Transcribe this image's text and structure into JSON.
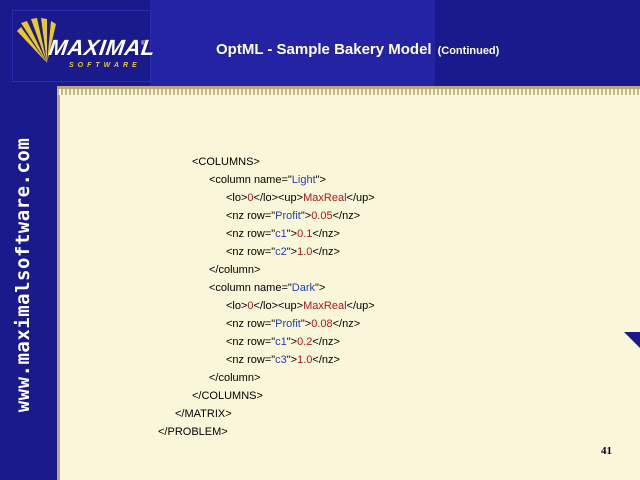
{
  "header": {
    "logo": {
      "word": "MAXIMAL",
      "sub": "SOFTWARE",
      "tm": "®"
    },
    "title": "OptML - Sample Bakery Model",
    "title_suffix": "(Continued)"
  },
  "sidebar": {
    "url": "www.maximalsoftware.com"
  },
  "code_lines": [
    {
      "indent": 0,
      "parts": [
        {
          "t": "<COLUMNS>"
        }
      ]
    },
    {
      "indent": 1,
      "parts": [
        {
          "t": "<column name=\""
        },
        {
          "t": "Light",
          "c": "attr"
        },
        {
          "t": "\">"
        }
      ]
    },
    {
      "indent": 2,
      "parts": [
        {
          "t": "<lo>"
        },
        {
          "t": "0",
          "c": "val"
        },
        {
          "t": "</lo><up>"
        },
        {
          "t": "MaxReal",
          "c": "val"
        },
        {
          "t": "</up>"
        }
      ]
    },
    {
      "indent": 2,
      "parts": [
        {
          "t": "<nz row=\""
        },
        {
          "t": "Profit",
          "c": "attr"
        },
        {
          "t": "\">"
        },
        {
          "t": "0.05",
          "c": "val"
        },
        {
          "t": "</nz>"
        }
      ]
    },
    {
      "indent": 2,
      "parts": [
        {
          "t": "<nz row=\""
        },
        {
          "t": "c1",
          "c": "attr"
        },
        {
          "t": "\">"
        },
        {
          "t": "0.1",
          "c": "val"
        },
        {
          "t": "</nz>"
        }
      ]
    },
    {
      "indent": 2,
      "parts": [
        {
          "t": "<nz row=\""
        },
        {
          "t": "c2",
          "c": "attr"
        },
        {
          "t": "\">"
        },
        {
          "t": "1.0",
          "c": "val"
        },
        {
          "t": "</nz>"
        }
      ]
    },
    {
      "indent": 1,
      "parts": [
        {
          "t": "</column>"
        }
      ]
    },
    {
      "indent": 1,
      "parts": [
        {
          "t": "<column name=\""
        },
        {
          "t": "Dark",
          "c": "attr"
        },
        {
          "t": "\">"
        }
      ]
    },
    {
      "indent": 2,
      "parts": [
        {
          "t": "<lo>"
        },
        {
          "t": "0",
          "c": "val"
        },
        {
          "t": "</lo><up>"
        },
        {
          "t": "MaxReal",
          "c": "val"
        },
        {
          "t": "</up>"
        }
      ]
    },
    {
      "indent": 2,
      "parts": [
        {
          "t": "<nz row=\""
        },
        {
          "t": "Profit",
          "c": "attr"
        },
        {
          "t": "\">"
        },
        {
          "t": "0.08",
          "c": "val"
        },
        {
          "t": "</nz>"
        }
      ]
    },
    {
      "indent": 2,
      "parts": [
        {
          "t": "<nz row=\""
        },
        {
          "t": "c1",
          "c": "attr"
        },
        {
          "t": "\">"
        },
        {
          "t": "0.2",
          "c": "val"
        },
        {
          "t": "</nz>"
        }
      ]
    },
    {
      "indent": 2,
      "parts": [
        {
          "t": "<nz row=\""
        },
        {
          "t": "c3",
          "c": "attr"
        },
        {
          "t": "\">"
        },
        {
          "t": "1.0",
          "c": "val"
        },
        {
          "t": "</nz>"
        }
      ]
    },
    {
      "indent": 1,
      "parts": [
        {
          "t": "</column>"
        }
      ]
    },
    {
      "indent": 0,
      "parts": [
        {
          "t": "</COLUMNS>"
        }
      ]
    },
    {
      "indent": -1,
      "parts": [
        {
          "t": "</MATRIX>"
        }
      ]
    },
    {
      "indent": -2,
      "parts": [
        {
          "t": "</PROBLEM>"
        }
      ]
    }
  ],
  "footer": {
    "page_number": "41"
  },
  "colors": {
    "background": "#1a1a8c",
    "panel": "#faf6d9",
    "attr": "#1f3fbf",
    "value": "#b01818"
  }
}
